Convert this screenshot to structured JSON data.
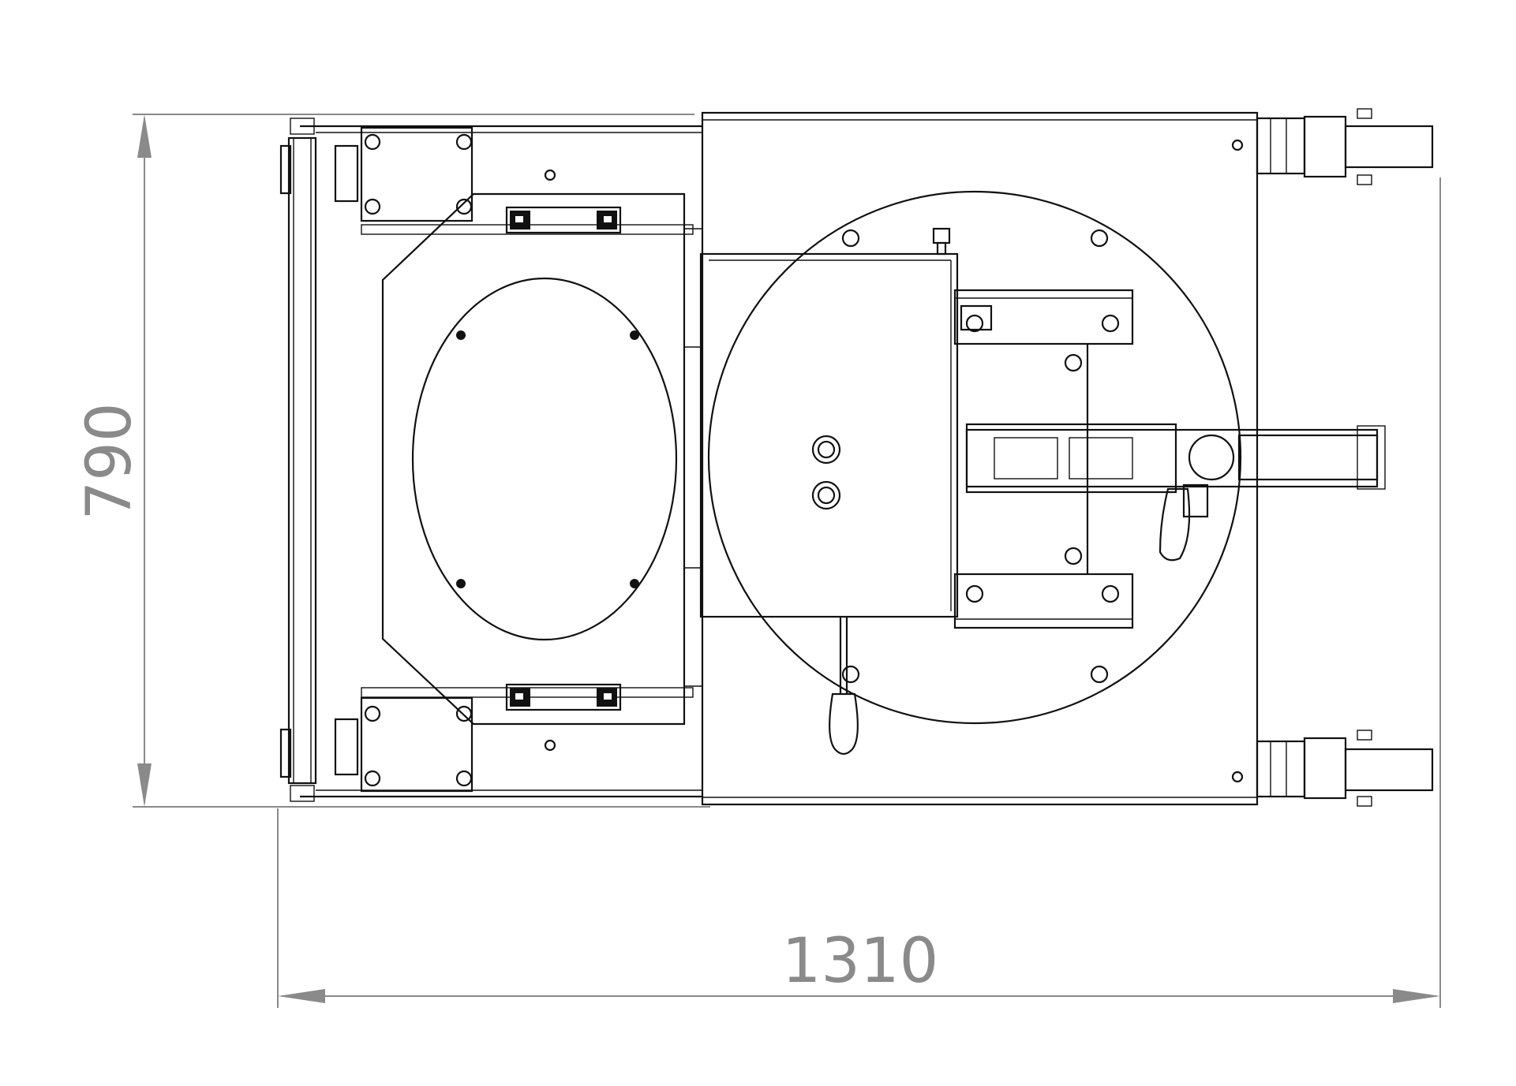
{
  "drawing": {
    "view": "top view",
    "dimensions": {
      "width": "1310",
      "height": "790"
    },
    "colors": {
      "geometry": "#111111",
      "dimension": "#8a8a8a",
      "background": "#ffffff"
    }
  }
}
